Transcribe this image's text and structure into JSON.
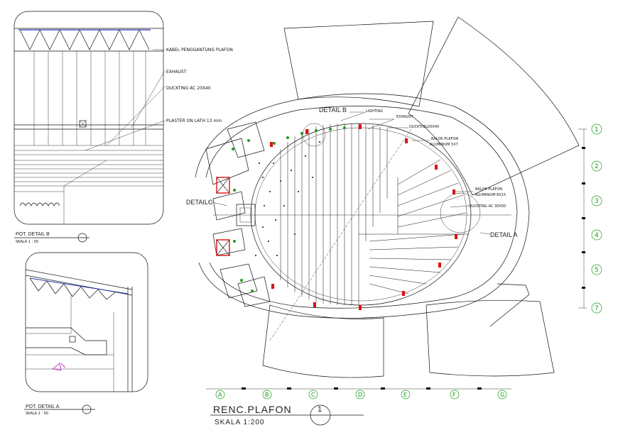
{
  "drawing": {
    "main_title": "RENC.PLAFON",
    "main_scale": "SKALA 1:200",
    "main_number": "1",
    "detail_b_title": "POT. DETAIL B",
    "detail_b_scale": "SKALA 1 : 50",
    "detail_a_title": "POT. DETAIL A",
    "detail_a_scale": "SKALA 1 : 50"
  },
  "detail_b_notes": {
    "kabel": "KABEL PENGGANTUNG PLAFON",
    "exhaust": "EXHAUST",
    "ducting": "DUCKTING AC 20X40",
    "plaster": "PLASTER ON LATH 13 mm"
  },
  "plan_callouts": {
    "detail_b": "DETAIL B",
    "detail_c": "DETAILC",
    "detail_a": "DETAIL A",
    "lighting": "LIGHTING",
    "exhaust": "EXHAUST",
    "duckting_20x40": "DUCKTING20X40",
    "balok_1": "BALOK PLAFON",
    "balok_1b": "ALUMINIUM 5X7",
    "balok_2": "BALOK PLAFON",
    "balok_2b": "ALUMINIUM 8X15",
    "duckting_30x50": "DUCKTING AC 30X50"
  },
  "grid_rows": [
    "1",
    "2",
    "3",
    "4",
    "5",
    "7"
  ],
  "grid_cols": [
    "A",
    "B",
    "C",
    "D",
    "E",
    "F",
    "G"
  ]
}
